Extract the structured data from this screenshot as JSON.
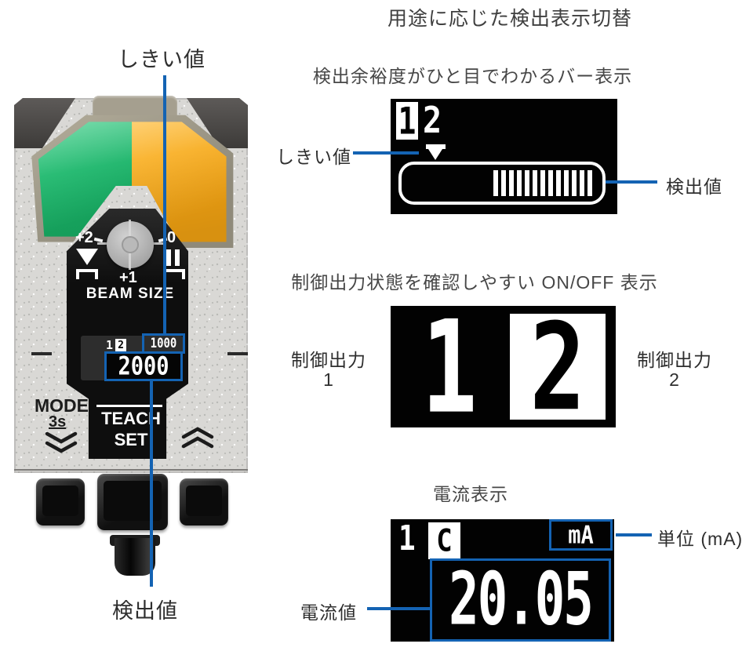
{
  "palette": {
    "annotation_blue": "#1463b3",
    "led_green": "#1db46d",
    "led_amber": "#f2a416",
    "display_bg": "#020202",
    "display_fg": "#ffffff",
    "body_silver": "#d9d8d5"
  },
  "page_title": "用途に応じた検出表示切替",
  "device": {
    "callouts": {
      "threshold": "しきい値",
      "detected": "検出値"
    },
    "markings": {
      "plus2": "+2",
      "zero": "0",
      "plus1": "+1",
      "beam_size": "BEAM SIZE",
      "mode": "MODE",
      "mode_hold": "3s",
      "teach": "TEACH",
      "set": "SET"
    },
    "screen": {
      "output1": "1",
      "output2": "2",
      "threshold_value": "1000",
      "detected_value": "2000"
    }
  },
  "sections": {
    "bar": {
      "title": "検出余裕度がひと目でわかるバー表示",
      "screen": {
        "output1": "1",
        "output2": "2"
      },
      "callouts": {
        "threshold": "しきい値",
        "detected": "検出値"
      }
    },
    "onoff": {
      "title": "制御出力状態を確認しやすい ON/OFF 表示",
      "screen": {
        "output1": "1",
        "output2": "2"
      },
      "callouts": {
        "left_label": "制御出力",
        "left_num": "1",
        "right_label": "制御出力",
        "right_num": "2"
      }
    },
    "current": {
      "title": "電流表示",
      "screen": {
        "output1": "1",
        "mode_char": "C",
        "unit": "mA",
        "value": "20.05"
      },
      "callouts": {
        "value": "電流値",
        "unit": "単位 (mA)"
      }
    }
  }
}
